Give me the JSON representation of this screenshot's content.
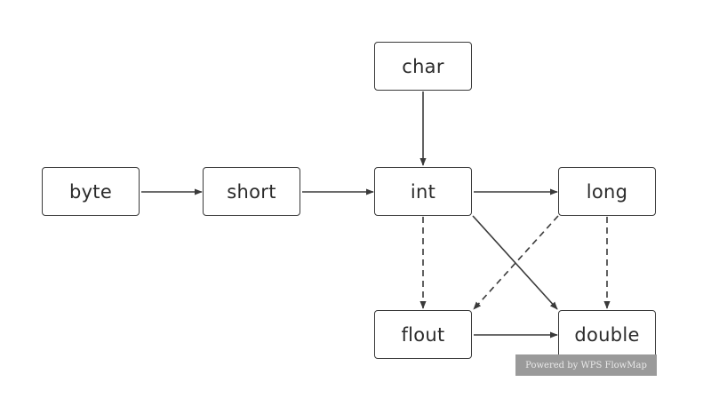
{
  "diagram": {
    "nodes": {
      "char": "char",
      "byte": "byte",
      "short": "short",
      "int": "int",
      "long": "long",
      "flout": "flout",
      "double": "double"
    },
    "edges": [
      {
        "from": "char",
        "to": "int",
        "style": "solid"
      },
      {
        "from": "byte",
        "to": "short",
        "style": "solid"
      },
      {
        "from": "short",
        "to": "int",
        "style": "solid"
      },
      {
        "from": "int",
        "to": "long",
        "style": "solid"
      },
      {
        "from": "int",
        "to": "flout",
        "style": "dashed"
      },
      {
        "from": "int",
        "to": "double",
        "style": "solid"
      },
      {
        "from": "long",
        "to": "flout",
        "style": "dashed"
      },
      {
        "from": "long",
        "to": "double",
        "style": "dashed"
      },
      {
        "from": "flout",
        "to": "double",
        "style": "solid"
      }
    ],
    "colors": {
      "line": "#3a3a3a",
      "watermark_bg": "#9a9a9a"
    }
  },
  "watermark": {
    "text": "Powered by WPS FlowMap"
  }
}
